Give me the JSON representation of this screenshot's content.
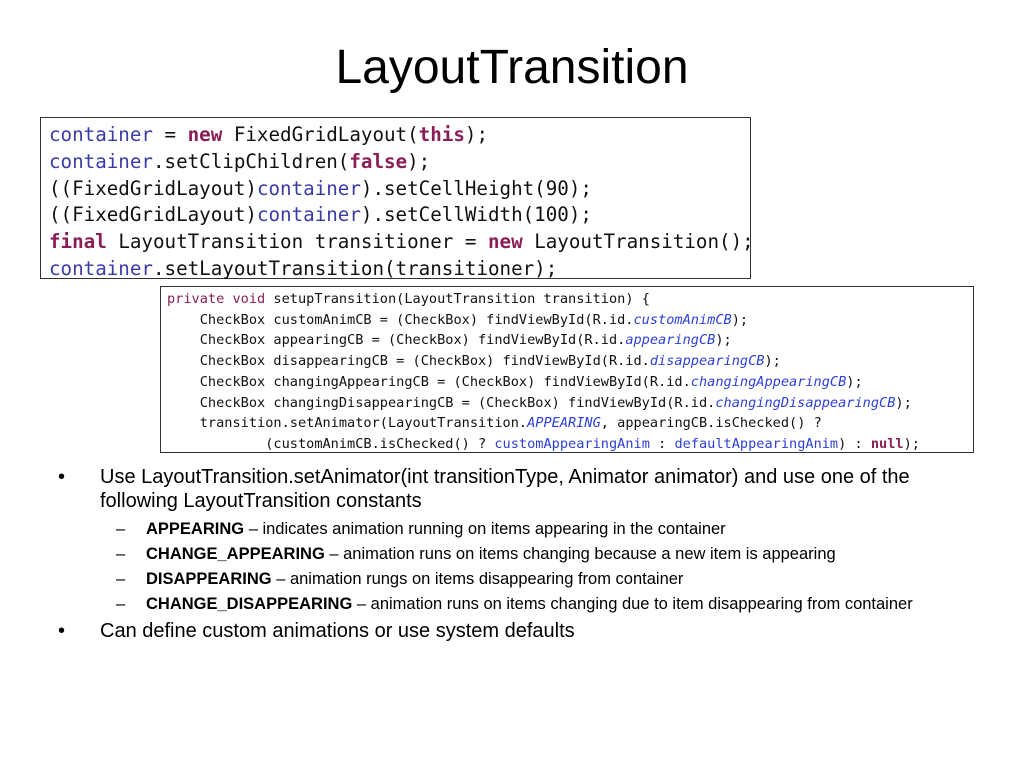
{
  "title": "LayoutTransition",
  "code_block_1": {
    "lines": [
      [
        {
          "t": "container",
          "c": "ident"
        },
        {
          "t": " = ",
          "c": ""
        },
        {
          "t": "new",
          "c": "kw"
        },
        {
          "t": " FixedGridLayout(",
          "c": ""
        },
        {
          "t": "this",
          "c": "kw"
        },
        {
          "t": ");",
          "c": ""
        }
      ],
      [
        {
          "t": "container",
          "c": "ident"
        },
        {
          "t": ".setClipChildren(",
          "c": ""
        },
        {
          "t": "false",
          "c": "kw"
        },
        {
          "t": ");",
          "c": ""
        }
      ],
      [
        {
          "t": "((FixedGridLayout)",
          "c": ""
        },
        {
          "t": "container",
          "c": "ident"
        },
        {
          "t": ").setCellHeight(90);",
          "c": ""
        }
      ],
      [
        {
          "t": "((FixedGridLayout)",
          "c": ""
        },
        {
          "t": "container",
          "c": "ident"
        },
        {
          "t": ").setCellWidth(100);",
          "c": ""
        }
      ],
      [
        {
          "t": "final",
          "c": "kw"
        },
        {
          "t": " LayoutTransition transitioner = ",
          "c": ""
        },
        {
          "t": "new",
          "c": "kw"
        },
        {
          "t": " LayoutTransition();",
          "c": ""
        }
      ],
      [
        {
          "t": "container",
          "c": "ident"
        },
        {
          "t": ".setLayoutTransition(transitioner);",
          "c": ""
        }
      ]
    ]
  },
  "code_block_2": {
    "lines": [
      [
        {
          "t": "private void",
          "c": "kw2"
        },
        {
          "t": " setupTransition(LayoutTransition transition) {",
          "c": ""
        }
      ],
      [
        {
          "t": "    CheckBox customAnimCB = (CheckBox) findViewById(R.id.",
          "c": ""
        },
        {
          "t": "customAnimCB",
          "c": "ital"
        },
        {
          "t": ");",
          "c": ""
        }
      ],
      [
        {
          "t": "    CheckBox appearingCB = (CheckBox) findViewById(R.id.",
          "c": ""
        },
        {
          "t": "appearingCB",
          "c": "ital"
        },
        {
          "t": ");",
          "c": ""
        }
      ],
      [
        {
          "t": "    CheckBox disappearingCB = (CheckBox) findViewById(R.id.",
          "c": ""
        },
        {
          "t": "disappearingCB",
          "c": "ital"
        },
        {
          "t": ");",
          "c": ""
        }
      ],
      [
        {
          "t": "    CheckBox changingAppearingCB = (CheckBox) findViewById(R.id.",
          "c": ""
        },
        {
          "t": "changingAppearingCB",
          "c": "ital"
        },
        {
          "t": ");",
          "c": ""
        }
      ],
      [
        {
          "t": "    CheckBox changingDisappearingCB = (CheckBox) findViewById(R.id.",
          "c": ""
        },
        {
          "t": "changingDisappearingCB",
          "c": "ital"
        },
        {
          "t": ");",
          "c": ""
        }
      ],
      [
        {
          "t": "    transition.setAnimator(LayoutTransition.",
          "c": ""
        },
        {
          "t": "APPEARING",
          "c": "ital"
        },
        {
          "t": ", appearingCB.isChecked() ?",
          "c": ""
        }
      ],
      [
        {
          "t": "            (customAnimCB.isChecked() ? ",
          "c": ""
        },
        {
          "t": "customAppearingAnim",
          "c": "ref"
        },
        {
          "t": " : ",
          "c": ""
        },
        {
          "t": "defaultAppearingAnim",
          "c": "ref"
        },
        {
          "t": ") : ",
          "c": ""
        },
        {
          "t": "null",
          "c": "kw"
        },
        {
          "t": ");",
          "c": ""
        }
      ]
    ]
  },
  "bullets": {
    "marker": "•",
    "dash": "–",
    "item_1": "Use LayoutTransition.setAnimator(int transitionType, Animator animator) and use one of the following LayoutTransition constants",
    "sub_items": [
      {
        "term": "APPEARING",
        "desc": " – indicates animation running on items appearing in the container"
      },
      {
        "term": "CHANGE_APPEARING",
        "desc": " – animation runs on items changing because a new item is appearing"
      },
      {
        "term": "DISAPPEARING",
        "desc": " – animation rungs on items disappearing from container"
      },
      {
        "term": "CHANGE_DISAPPEARING",
        "desc": " – animation runs on items changing due to item disappearing from container"
      }
    ],
    "item_2": "Can define custom animations or use system defaults"
  },
  "colors": {
    "identifier": "#3a3aa8",
    "keyword": "#8a1f57",
    "constant": "#2d3fd6",
    "border": "#333333"
  }
}
